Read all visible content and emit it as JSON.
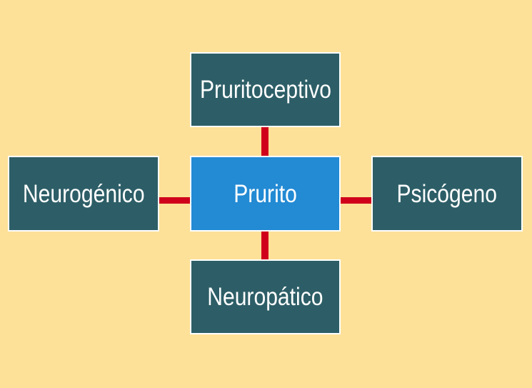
{
  "diagram": {
    "center": {
      "label": "Prurito"
    },
    "top": {
      "label": "Pruritoceptivo"
    },
    "left": {
      "label": "Neurogénico"
    },
    "right": {
      "label": "Psicógeno"
    },
    "bottom": {
      "label": "Neuropático"
    }
  },
  "colors": {
    "background": "#fde198",
    "outer_node": "#2d5e67",
    "center_node": "#238ad4",
    "connector": "#d0011b",
    "text": "#ffffff"
  }
}
